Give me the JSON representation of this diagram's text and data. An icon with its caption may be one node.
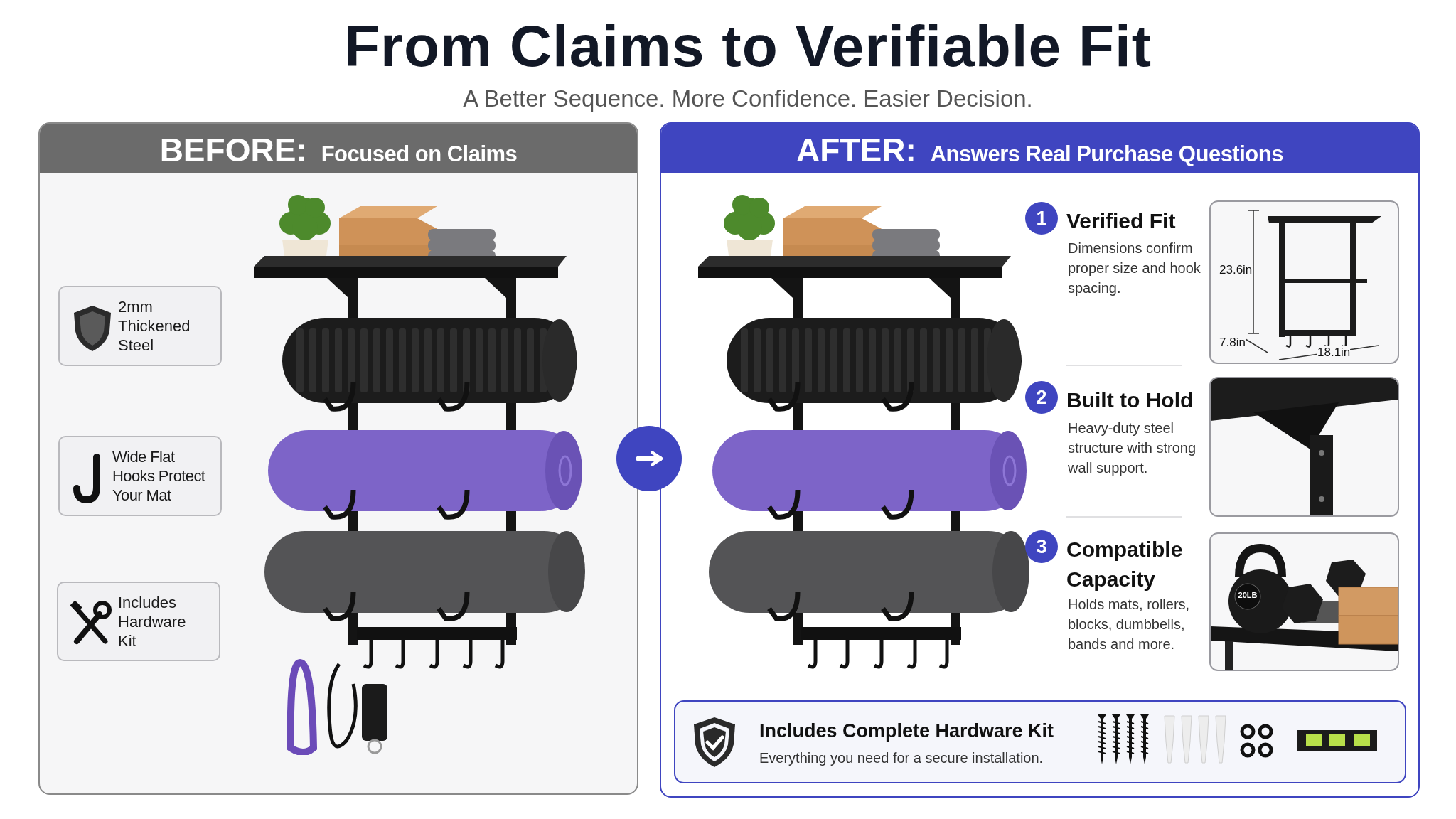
{
  "diagram": {
    "title": "From Claims to Verifiable Fit",
    "nodes": [
      {
        "text": [
          "BEFORE:",
          "Focused on Claims"
        ]
      },
      {
        "text": [
          "2mm Thickened Steel"
        ],
        "in": 0
      },
      {
        "text": [
          "Wide Flat Hooks Protect Your Mat"
        ],
        "in": 0
      },
      {
        "text": [
          "Includes Hardware Kit"
        ],
        "in": 0
      },
      {
        "text": [
          "AFTER:",
          "Answers Real Purchase Questions"
        ]
      },
      {
        "text": [
          "1"
        ],
        "in": 4
      },
      {
        "text": [
          "2"
        ],
        "in": 4
      },
      {
        "text": [
          "3"
        ],
        "in": 4
      },
      {
        "text": [
          "23.6in",
          "7.8in",
          "18.1in"
        ],
        "in": 4
      },
      {
        "text": [],
        "shape": "picture",
        "in": 4
      },
      {
        "text": [
          "20LB"
        ],
        "in": 4
      },
      {
        "text": [
          "Includes Complete Hardware Kit",
          "Everything you need for a secure installation."
        ],
        "in": 4
      }
    ],
    "edges": [
      {
        "from": 0,
        "to": 4,
        "arrow": "to"
      }
    ],
    "labels": [
      "A Better Sequence. More Confidence. Easier Decision.",
      "Verified Fit",
      "Dimensions confirm proper size and hook spacing.",
      "Built to Hold",
      "Heavy-duty steel structure with strong wall support.",
      "Compatible Capacity",
      "Holds mats, rollers, blocks, dumbbells, bands and more."
    ]
  }
}
